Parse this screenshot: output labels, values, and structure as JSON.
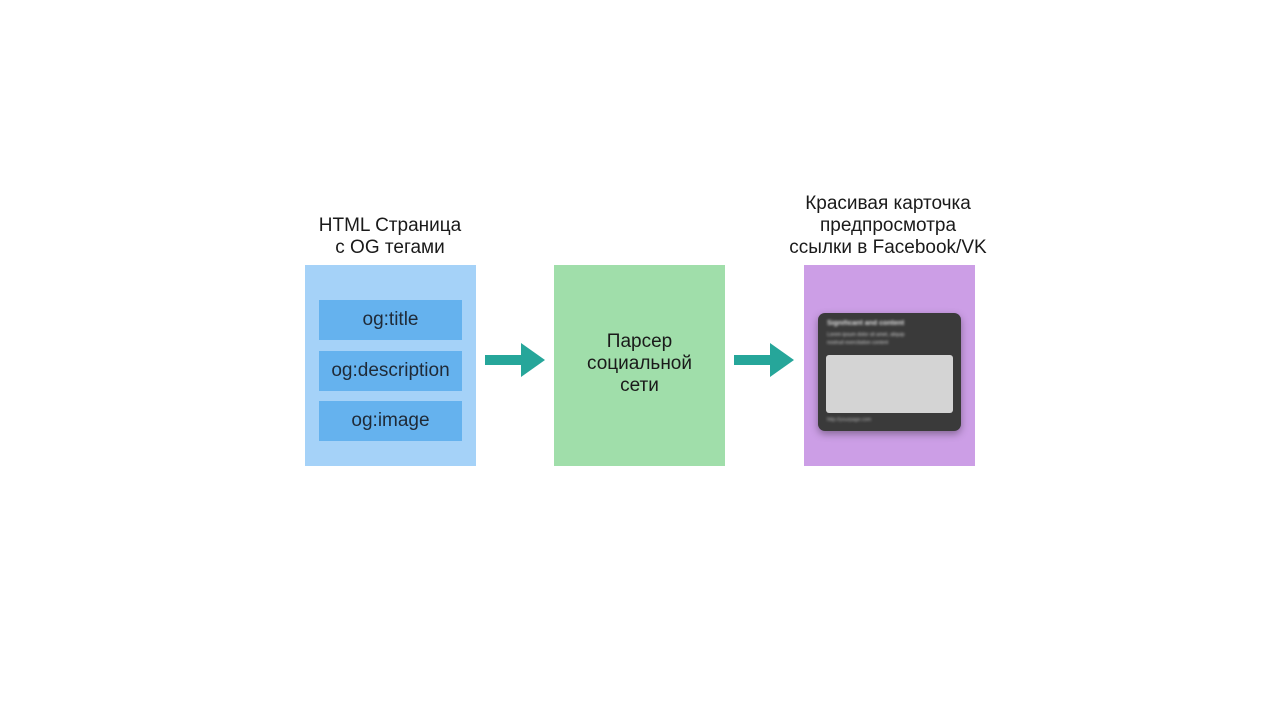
{
  "colors": {
    "html_box": "#a5d2f8",
    "tag": "#65b2ee",
    "parser_box": "#a0deaa",
    "card_box": "#cc9ee6",
    "arrow": "#26a69a",
    "preview_card": "#3a3a3a",
    "preview_image": "#d4d4d4"
  },
  "html_page": {
    "caption": "HTML Страница\nс OG тегами",
    "tags": [
      "og:title",
      "og:description",
      "og:image"
    ]
  },
  "parser": {
    "label": "Парсер\nсоциальной\nсети"
  },
  "result": {
    "caption": "Красивая карточка\nпредпросмотра\nссылки в Facebook/VK",
    "preview": {
      "title": "Significant and content",
      "description_line1": "Lorem ipsum dolor sit amet, aliquip",
      "description_line2": "nostrud exercitation content",
      "url": "http://yourpage.com"
    }
  },
  "icons": {
    "arrow_1": "arrow-right-icon",
    "arrow_2": "arrow-right-icon"
  }
}
